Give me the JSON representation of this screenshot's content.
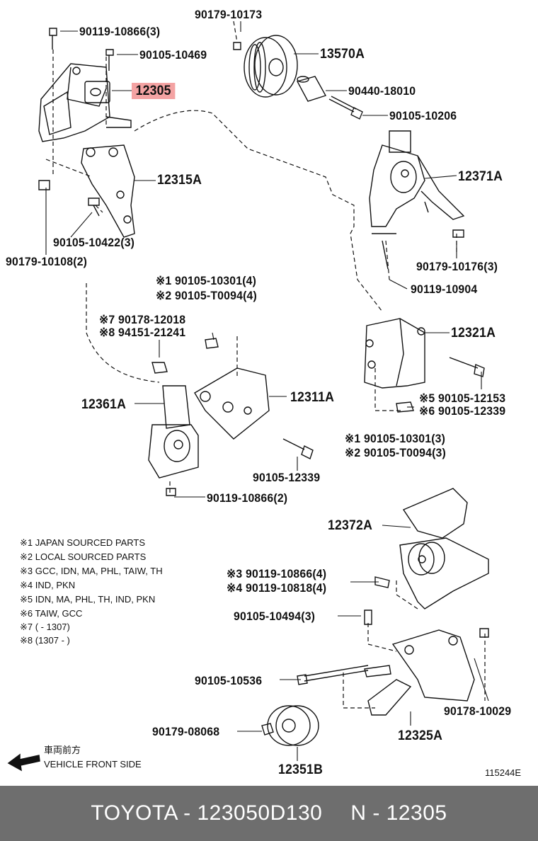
{
  "parts": {
    "p_90179_10173": "90179-10173",
    "p_90119_10866_3": "90119-10866(3)",
    "p_13570A": "13570A",
    "p_90105_10469": "90105-10469",
    "p_12305": "12305",
    "p_90440_18010": "90440-18010",
    "p_90105_10206": "90105-10206",
    "p_12371A": "12371A",
    "p_12315A": "12315A",
    "p_90105_10422_3": "90105-10422(3)",
    "p_90179_10108_2": "90179-10108(2)",
    "p_90179_10176_3": "90179-10176(3)",
    "p_90119_10904": "90119-10904",
    "p_m1_90105_10301_4": "※1 90105-10301(4)",
    "p_m2_90105_T0094_4": "※2 90105-T0094(4)",
    "p_m7_90178_12018": "※7 90178-12018",
    "p_m8_94151_21241": "※8 94151-21241",
    "p_12321A": "12321A",
    "p_m5_90105_12153": "※5 90105-12153",
    "p_m6_90105_12339": "※6 90105-12339",
    "p_12361A": "12361A",
    "p_12311A": "12311A",
    "p_m1_90105_10301_3": "※1 90105-10301(3)",
    "p_m2_90105_T0094_3": "※2 90105-T0094(3)",
    "p_90105_12339": "90105-12339",
    "p_90119_10866_2": "90119-10866(2)",
    "p_12372A": "12372A",
    "p_m3_90119_10866_4": "※3 90119-10866(4)",
    "p_m4_90119_10818_4": "※4 90119-10818(4)",
    "p_90105_10494_3": "90105-10494(3)",
    "p_90105_10536": "90105-10536",
    "p_90178_10029": "90178-10029",
    "p_90179_08068": "90179-08068",
    "p_12325A": "12325A",
    "p_12351B": "12351B"
  },
  "notes": [
    "※1 JAPAN SOURCED PARTS",
    "※2 LOCAL SOURCED PARTS",
    "※3 GCC, IDN, MA, PHL, TAIW, TH",
    "※4 IND, PKN",
    "※5 IDN, MA, PHL, TH, IND, PKN",
    "※6 TAIW, GCC",
    "※7 (        - 1307)",
    "※8 (1307 -         )"
  ],
  "direction": {
    "jp": "車両前方",
    "en": "VEHICLE FRONT SIDE"
  },
  "figure_id": "115244E",
  "highlight_color": "#f4a3a3",
  "footer": {
    "brand_part": "TOYOTA - 123050D130",
    "ref": "N - 12305"
  }
}
